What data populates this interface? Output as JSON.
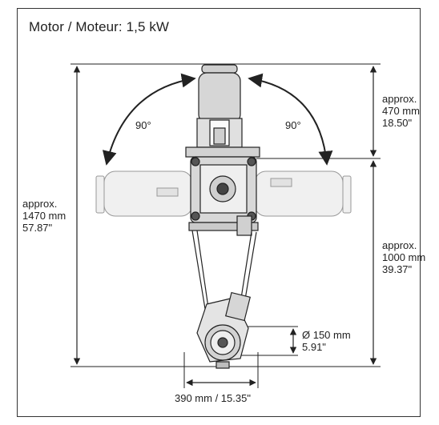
{
  "title": "Motor / Moteur: 1,5 kW",
  "angles": {
    "left": "90°",
    "right": "90°"
  },
  "dims": {
    "total_height": {
      "approx": "approx.",
      "mm": "1470 mm",
      "inch": "57.87\""
    },
    "top_offset": {
      "approx": "approx.",
      "mm": "470 mm",
      "inch": "18.50\""
    },
    "bottom_offset": {
      "approx": "approx.",
      "mm": "1000 mm",
      "inch": "39.37\""
    },
    "pulley_diameter": {
      "mm": "Ø 150 mm",
      "inch": "5.91\""
    },
    "width": "390 mm / 15.35\""
  },
  "colors": {
    "line": "#222222",
    "motor_fill": "#d9d9d9",
    "motor_light": "#eeeeee",
    "metal": "#bdbdbd",
    "dark": "#333333"
  }
}
